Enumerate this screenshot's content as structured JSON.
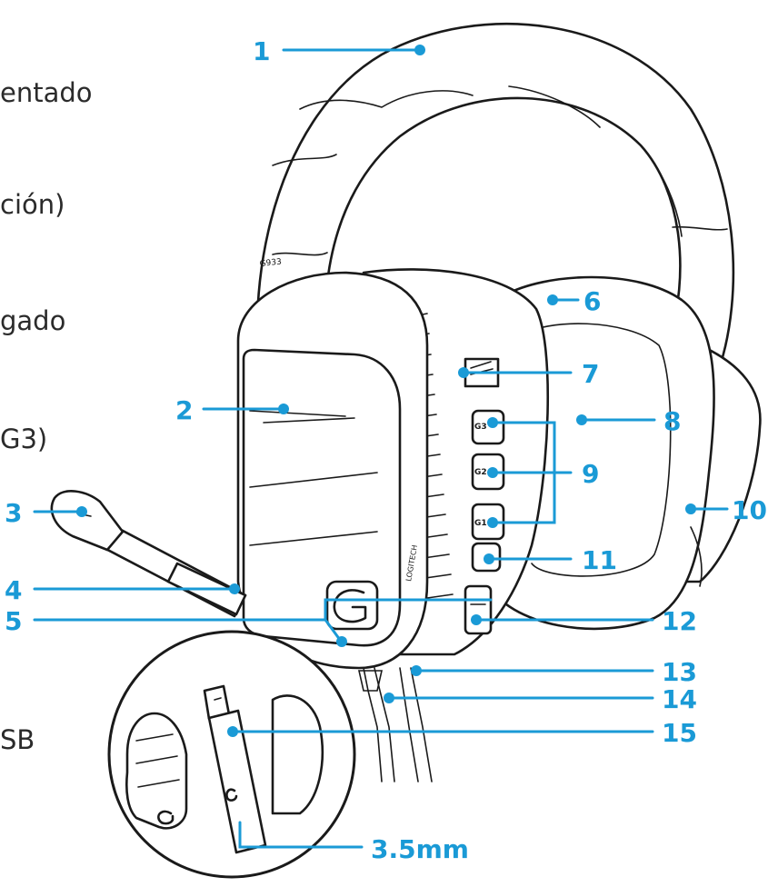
{
  "left_text": [
    {
      "id": "t1",
      "text": "entado"
    },
    {
      "id": "t2",
      "text": "ción)"
    },
    {
      "id": "t3",
      "text": "gado"
    },
    {
      "id": "t4",
      "text": "G3)"
    },
    {
      "id": "t5",
      "text": "SB"
    }
  ],
  "headset_labels": {
    "band": "G933",
    "brand": "LOGITECH"
  },
  "button_labels": {
    "g3": "G3",
    "g2": "G2",
    "g1": "G1"
  },
  "callouts": [
    {
      "id": "c1",
      "label": "1"
    },
    {
      "id": "c2",
      "label": "2"
    },
    {
      "id": "c3",
      "label": "3"
    },
    {
      "id": "c4",
      "label": "4"
    },
    {
      "id": "c5",
      "label": "5"
    },
    {
      "id": "c6",
      "label": "6"
    },
    {
      "id": "c7",
      "label": "7"
    },
    {
      "id": "c8",
      "label": "8"
    },
    {
      "id": "c9",
      "label": "9"
    },
    {
      "id": "c10",
      "label": "10"
    },
    {
      "id": "c11",
      "label": "11"
    },
    {
      "id": "c12",
      "label": "12"
    },
    {
      "id": "c13",
      "label": "13"
    },
    {
      "id": "c14",
      "label": "14"
    },
    {
      "id": "c15",
      "label": "15"
    },
    {
      "id": "c35",
      "label": "3.5mm"
    }
  ],
  "colors": {
    "callout": "#1a9ad6",
    "line_art": "#1a1a1a",
    "text": "#2b2b2b"
  }
}
